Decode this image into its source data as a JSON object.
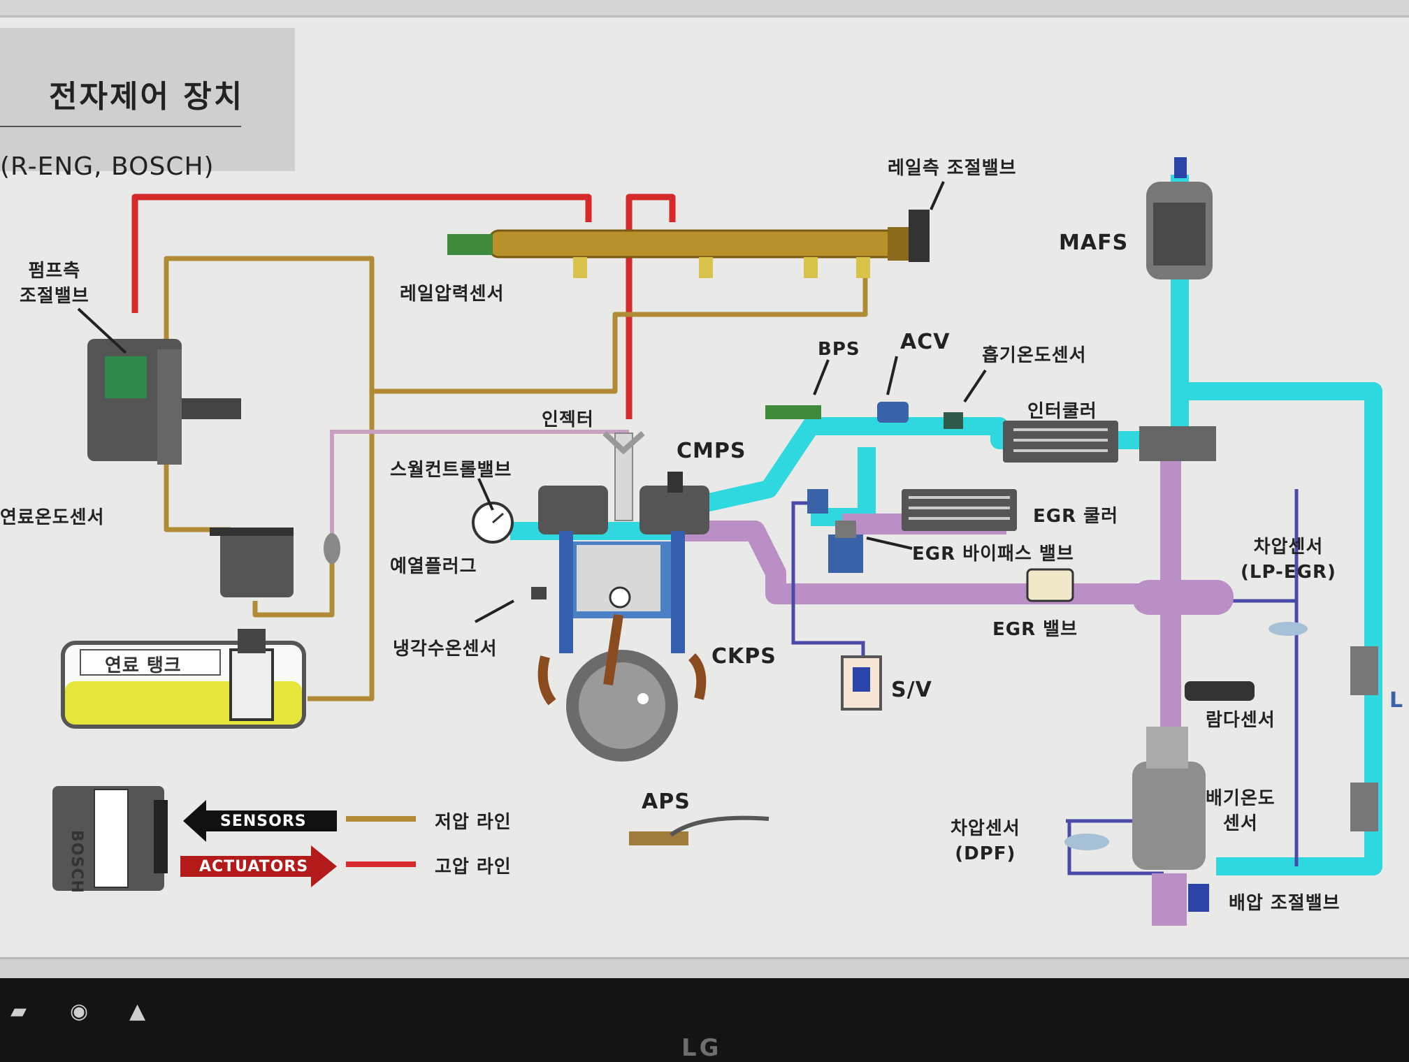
{
  "title": {
    "main": "전자제어 장치",
    "sub": "(R-ENG, BOSCH)"
  },
  "labels": {
    "pump_valve": "펌프측\n조절밸브",
    "fuel_temp_sensor": "연료온도센서",
    "rail_pressure_sensor": "레일압력센서",
    "rail_valve": "레일측 조절밸브",
    "maf": "MAFS",
    "bps": "BPS",
    "acv": "ACV",
    "intake_temp_sensor": "흡기온도센서",
    "intercooler": "인터쿨러",
    "injector": "인젝터",
    "cmps": "CMPS",
    "swirl_valve": "스월컨트롤밸브",
    "glow_plug": "예열플러그",
    "coolant_temp_sensor": "냉각수온센서",
    "egr_cooler": "EGR 쿨러",
    "egr_bypass": "EGR 바이패스 밸브",
    "egr_valve": "EGR 밸브",
    "ckps": "CKPS",
    "sv": "S/V",
    "diff_sensor_lp": "차압센서\n(LP-EGR)",
    "lambda_sensor": "람다센서",
    "exhaust_temp_sensor": "배기온도\n센서",
    "diff_sensor_dpf": "차압센서\n(DPF)",
    "exhaust_valve": "배압 조절밸브",
    "aps": "APS",
    "fuel_tank": "연료 탱크",
    "ecu": "BOSCH",
    "edge_label": "L"
  },
  "legend": {
    "sensors": "SENSORS",
    "actuators": "ACTUATORS",
    "low_pressure": "저압 라인",
    "high_pressure": "고압 라인"
  },
  "taskbar": {
    "icons": [
      "folder-icon",
      "browser-icon",
      "network-icon"
    ],
    "brand": "LG"
  },
  "colors": {
    "high_pressure": "#d62a2a",
    "low_pressure": "#b08a35",
    "return_line": "#c9a0c0",
    "intake": "#2fd7de",
    "exhaust": "#b98fc6",
    "wire": "#4a4aa8",
    "fuel": "#e6e63a"
  }
}
